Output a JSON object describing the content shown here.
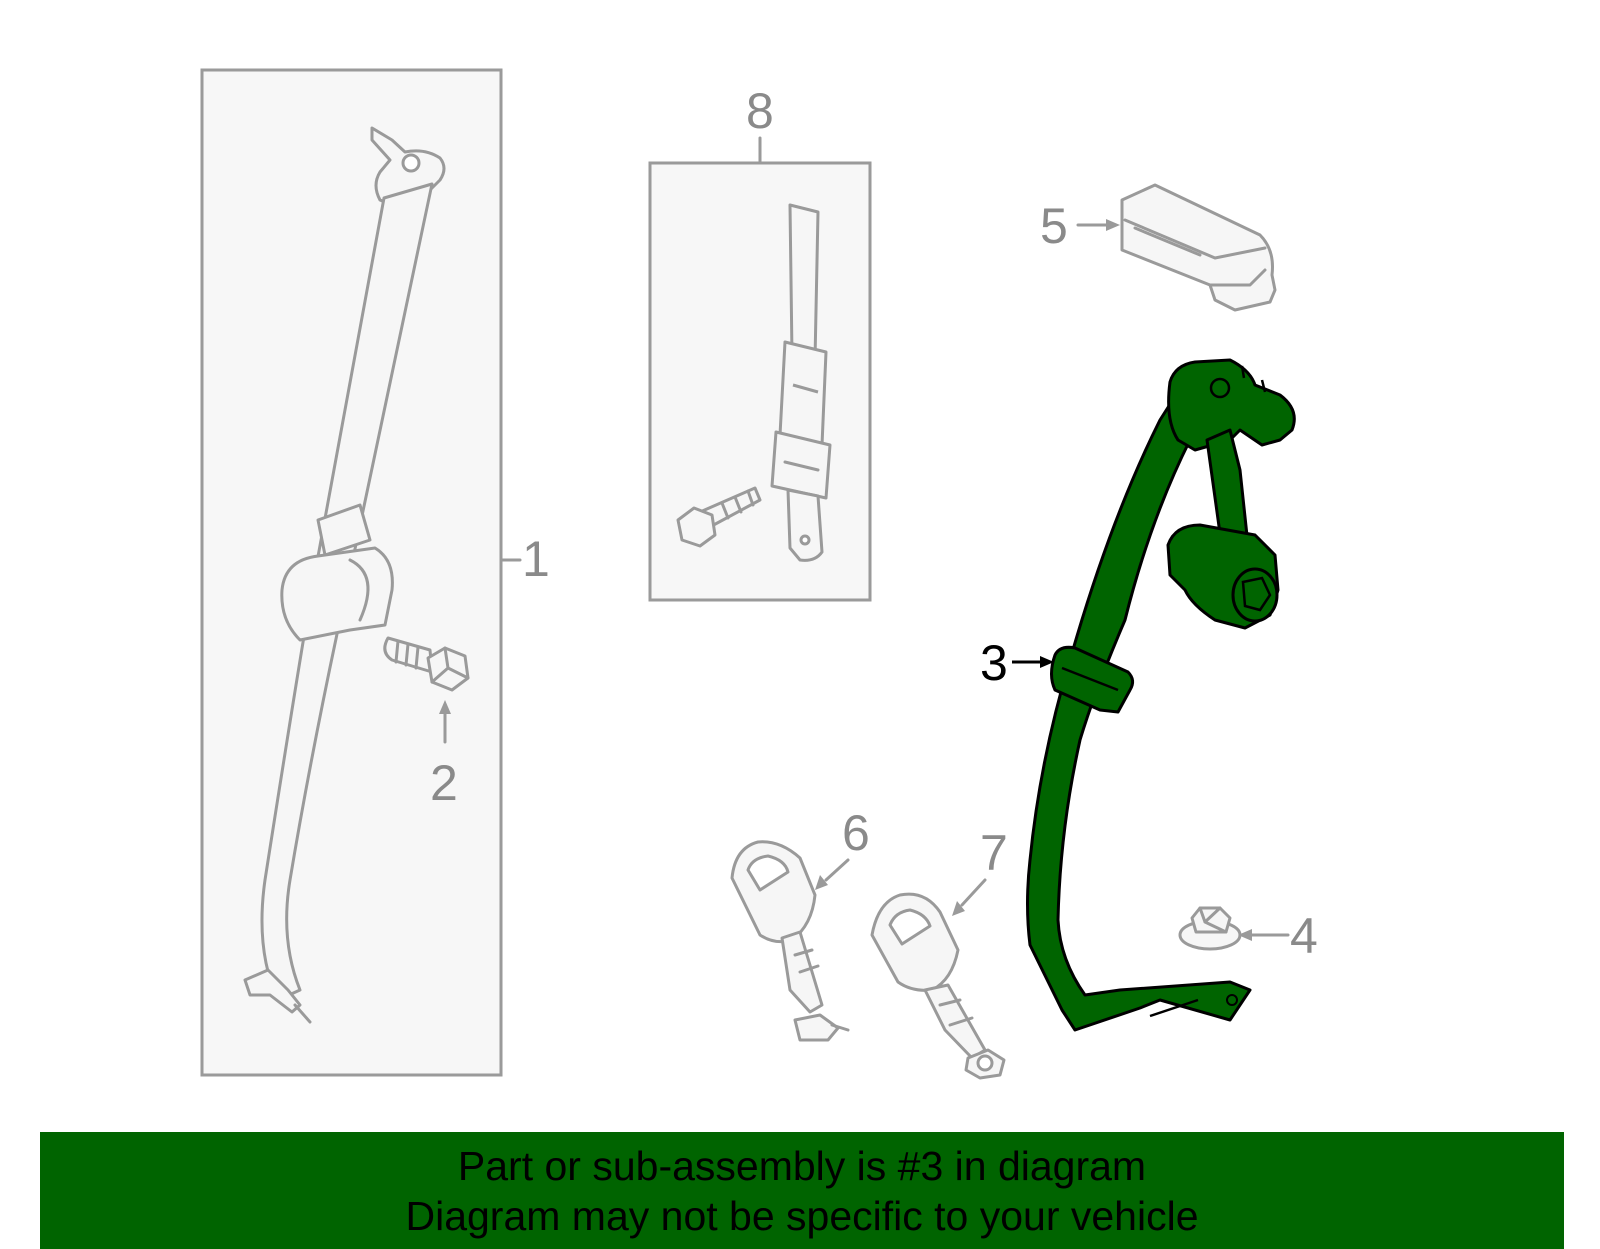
{
  "colors": {
    "highlight": "#006400",
    "banner": "#006400",
    "line_gray": "#9a9a9a",
    "callout_gray": "#8a8a8a"
  },
  "callouts": {
    "c1": "1",
    "c2": "2",
    "c3": "3",
    "c4": "4",
    "c5": "5",
    "c6": "6",
    "c7": "7",
    "c8": "8"
  },
  "highlighted_part": "3",
  "banner": {
    "line1": "Part or sub-assembly is #3 in diagram",
    "line2": "Diagram may not be specific to your vehicle"
  }
}
